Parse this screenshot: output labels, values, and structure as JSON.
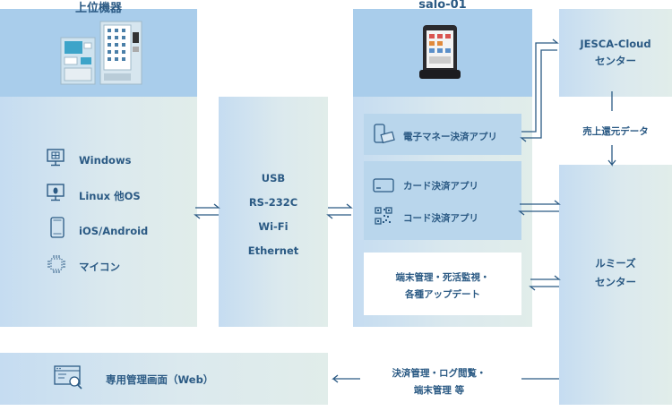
{
  "host": {
    "title": "上位機器",
    "items": [
      "Windows",
      "Linux 他OS",
      "iOS/Android",
      "マイコン"
    ]
  },
  "interfaces": {
    "lines": [
      "USB",
      "RS-232C",
      "Wi-Fi",
      "Ethernet"
    ]
  },
  "salo": {
    "title": "salo-01",
    "apps": {
      "emoney": "電子マネー決済アプリ",
      "card": "カード決済アプリ",
      "code": "コード決済アプリ"
    },
    "mgmt_line1": "端末管理・死活監視・",
    "mgmt_line2": "各種アップデート"
  },
  "jesca": {
    "line1": "JESCA-Cloud",
    "line2": "センター"
  },
  "sales_data": "売上還元データ",
  "lumiiz": {
    "line1": "ルミーズ",
    "line2": "センター"
  },
  "web": {
    "label": "専用管理画面（Web）"
  },
  "web_arrow": {
    "line1": "決済管理・ログ閲覧・",
    "line2": "端末管理 等"
  },
  "icons": [
    "desktop-icon",
    "linux-desktop-icon",
    "tablet-icon",
    "chip-icon",
    "smartphone-card-icon",
    "credit-card-icon",
    "qr-code-icon",
    "browser-search-icon",
    "kiosk-icon",
    "vending-machine-icon",
    "payment-terminal-icon"
  ]
}
